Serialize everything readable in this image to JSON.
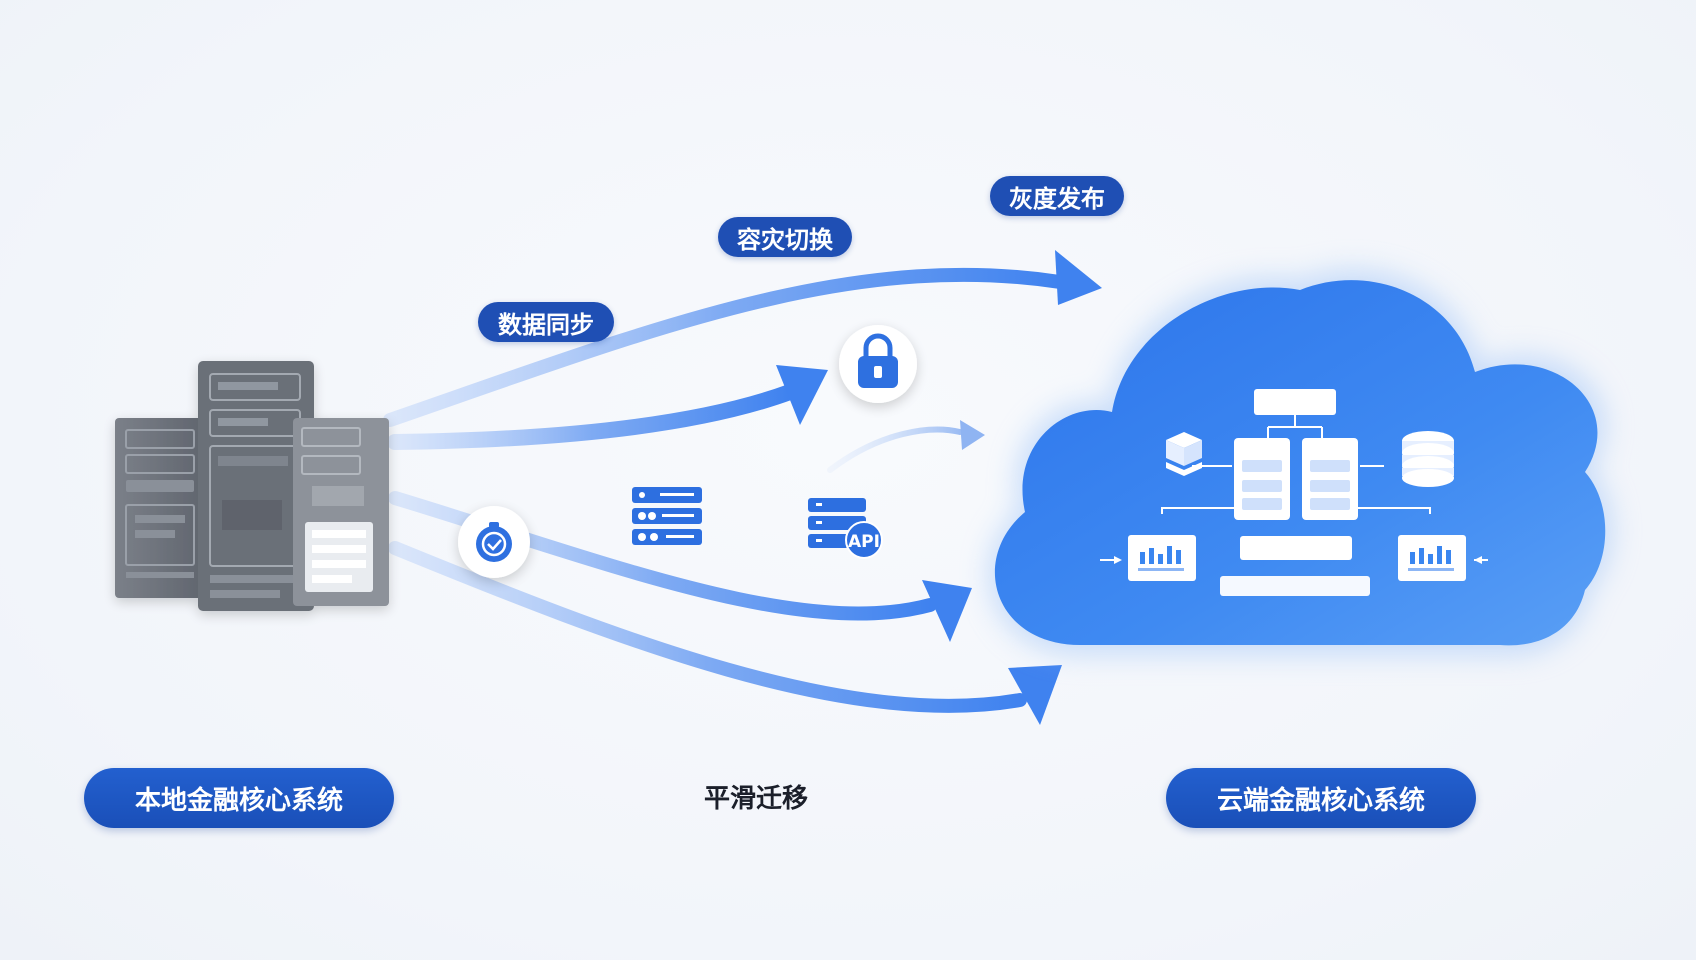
{
  "labels": {
    "data_sync": "数据同步",
    "disaster_switch": "容灾切换",
    "gray_release": "灰度发布",
    "smooth_migration": "平滑迁移",
    "local_system": "本地金融核心系统",
    "cloud_system": "云端金融核心系统",
    "api": "API"
  },
  "colors": {
    "pill_blue": "#1f4fb4",
    "cloud_blue": "#3a86f0",
    "arrow_blue": "#4a8cf0",
    "server_gray": "#6e737c"
  },
  "icons": {
    "lock": "lock-icon",
    "shield": "shield-icon",
    "database": "database-icon",
    "api": "api-server-icon",
    "cloud": "cloud-icon",
    "server": "server-rack-icon"
  }
}
